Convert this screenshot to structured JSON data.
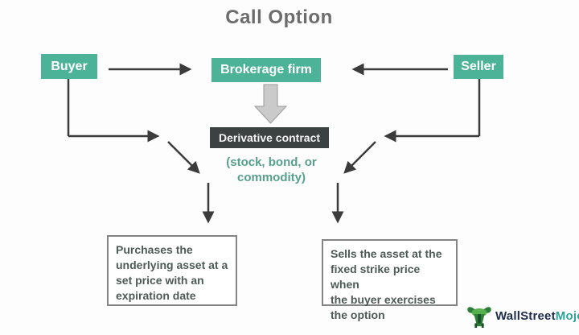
{
  "title": "Call Option",
  "colors": {
    "teal_box": "#4db398",
    "dark_box": "#3c4141",
    "arrow": "#3b3b3b",
    "block_arrow_fill": "#cacaca",
    "title_gray": "#6c6c6c",
    "note_teal": "#579f8d",
    "action_text": "#4d5a55",
    "brand_navy": "#1e2c4c",
    "brand_teal": "#2fa39b"
  },
  "nodes": {
    "buyer": {
      "label": "Buyer"
    },
    "brokerage": {
      "label": "Brokerage firm"
    },
    "seller": {
      "label": "Seller"
    },
    "derivative": {
      "label": "Derivative contract"
    },
    "derivative_note": {
      "lines": [
        "(stock, bond, or",
        "commodity)"
      ]
    },
    "buyer_action": {
      "lines": [
        "Purchases the",
        "underlying asset at a",
        "set price with an",
        "expiration date"
      ]
    },
    "seller_action": {
      "lines": [
        "Sells the asset at the",
        "fixed strike price when",
        "the buyer exercises",
        "the option"
      ]
    }
  },
  "footer": {
    "brand_part1": "WallStreet",
    "brand_part2": "Mojo"
  }
}
